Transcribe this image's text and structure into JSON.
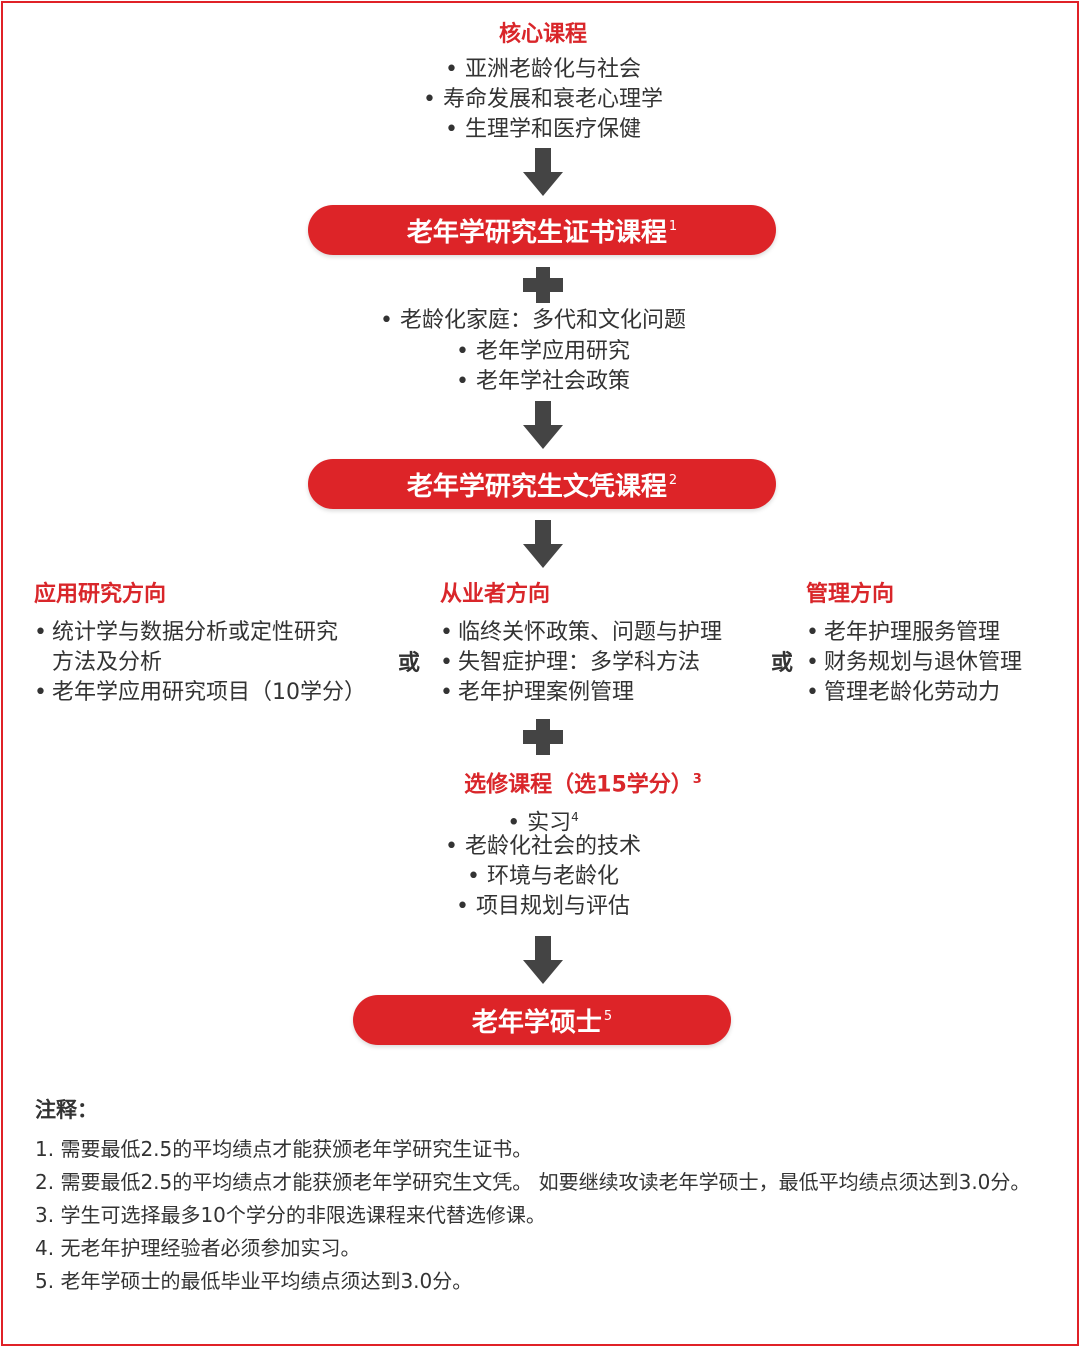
{
  "colors": {
    "accent": "#dd2428",
    "arrow": "#444444",
    "frame": "#e02127"
  },
  "core": {
    "title": "核心课程",
    "items": [
      "• 亚洲老龄化与社会",
      "• 寿命发展和衰老心理学",
      "• 生理学和医疗保健"
    ]
  },
  "certificate": {
    "label": "老年学研究生证书课程",
    "sup": "1"
  },
  "diploma_courses": {
    "items": [
      "• 老龄化家庭：多代和文化问题",
      "• 老年学应用研究",
      "• 老年学社会政策"
    ]
  },
  "diploma": {
    "label": "老年学研究生文凭课程",
    "sup": "2"
  },
  "tracks": [
    {
      "title": "应用研究方向",
      "items": [
        "统计学与数据分析或定性研究",
        "方法及分析",
        "老年学应用研究项目（10学分）"
      ]
    },
    {
      "title": "从业者方向",
      "items": [
        "临终关怀政策、问题与护理",
        "失智症护理：多学科方法",
        "老年护理案例管理"
      ]
    },
    {
      "title": "管理方向",
      "items": [
        "老年护理服务管理",
        "财务规划与退休管理",
        "管理老龄化劳动力"
      ]
    }
  ],
  "or_label": "或",
  "electives": {
    "title": "选修课程（选15学分）",
    "sup": "3",
    "items": [
      {
        "text": "• 实习",
        "sup": "4"
      },
      {
        "text": "• 老龄化社会的技术"
      },
      {
        "text": "• 环境与老龄化"
      },
      {
        "text": "• 项目规划与评估"
      }
    ]
  },
  "masters": {
    "label": "老年学硕士",
    "sup": "5"
  },
  "notes": {
    "title": "注释：",
    "items": [
      "1. 需要最低2.5的平均绩点才能获颁老年学研究生证书。",
      "2. 需要最低2.5的平均绩点才能获颁老年学研究生文凭。 如要继续攻读老年学硕士，最低平均绩点须达到3.0分。",
      "3. 学生可选择最多10个学分的非限选课程来代替选修课。",
      "4. 无老年护理经验者必须参加实习。",
      "5. 老年学硕士的最低毕业平均绩点须达到3.0分。"
    ]
  }
}
